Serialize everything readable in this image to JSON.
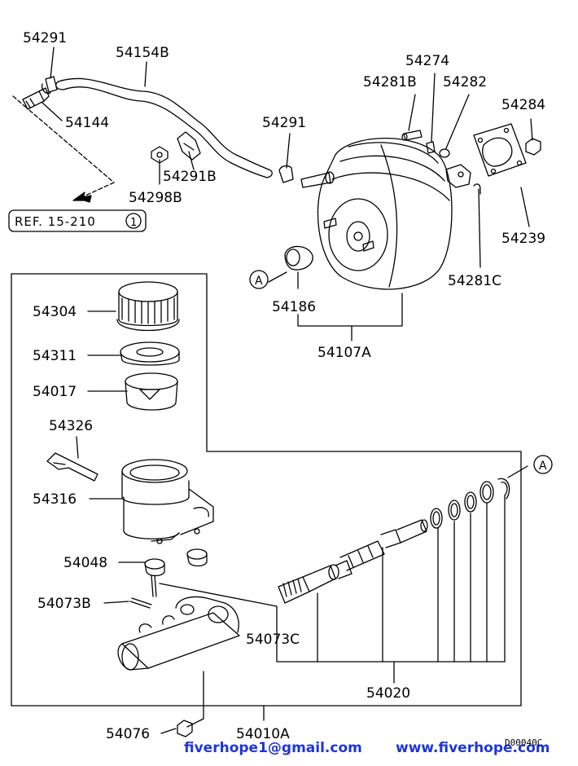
{
  "labels": {
    "p54291_top": "54291",
    "p54154B": "54154B",
    "p54144": "54144",
    "p54291B": "54291B",
    "p54298B": "54298B",
    "p54291_mid": "54291",
    "p54274": "54274",
    "p54281B": "54281B",
    "p54282": "54282",
    "p54284": "54284",
    "p54239": "54239",
    "p54281C": "54281C",
    "p54186": "54186",
    "p54107A": "54107A",
    "p54304": "54304",
    "p54311": "54311",
    "p54017": "54017",
    "p54326": "54326",
    "p54316": "54316",
    "p54048": "54048",
    "p54073B": "54073B",
    "p54073C": "54073C",
    "p54020": "54020",
    "p54076": "54076",
    "p54010A": "54010A",
    "ref_text": "REF. 15-210",
    "ref_num": "1",
    "callout_a1": "A",
    "callout_a2": "A"
  },
  "footer": {
    "email": "fiverhope1@gmail.com",
    "website": "www.fiverhope.com",
    "diagram_code": "D00040C"
  },
  "colors": {
    "line": "#000000",
    "footer_text": "#1f35d6"
  }
}
